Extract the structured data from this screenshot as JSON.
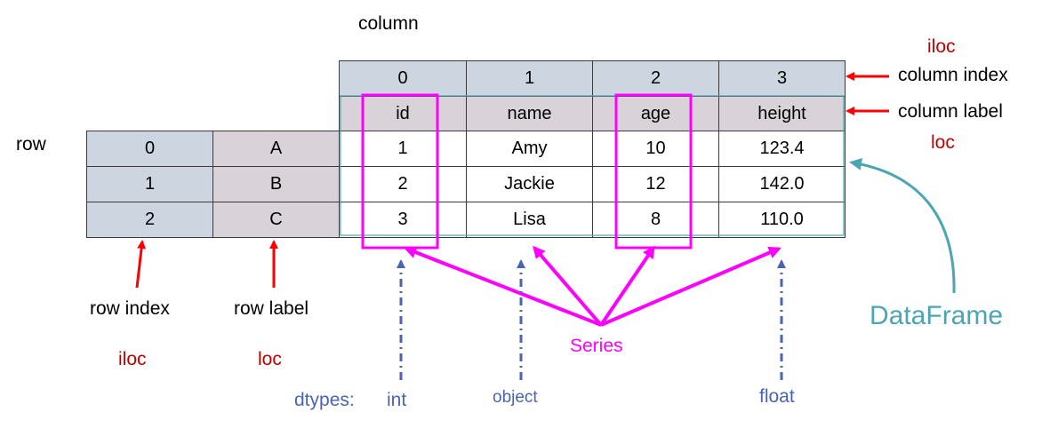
{
  "labels": {
    "column": "column",
    "row": "row",
    "column_index": "column index",
    "column_label": "column label",
    "iloc_top": "iloc",
    "loc_right": "loc",
    "row_index": "row index",
    "row_label": "row label",
    "iloc_bottom": "iloc",
    "loc_bottom": "loc",
    "series": "Series",
    "dataframe": "DataFrame",
    "dtypes": "dtypes:"
  },
  "column_index": [
    "0",
    "1",
    "2",
    "3"
  ],
  "column_labels": [
    "id",
    "name",
    "age",
    "height"
  ],
  "row_index": [
    "0",
    "1",
    "2"
  ],
  "row_labels": [
    "A",
    "B",
    "C"
  ],
  "rows": [
    [
      "1",
      "Amy",
      "10",
      "123.4"
    ],
    [
      "2",
      "Jackie",
      "12",
      "142.0"
    ],
    [
      "3",
      "Lisa",
      "8",
      "110.0"
    ]
  ],
  "dtypes": [
    "int",
    "object",
    "float"
  ],
  "colors": {
    "red": "#c00000",
    "arrow_red": "#ff0000",
    "magenta": "#ff00ff",
    "teal": "#4ba5b2",
    "blue": "#4a64b4",
    "index_fill": "#cdd5e1",
    "label_fill": "#d9d3d9"
  }
}
